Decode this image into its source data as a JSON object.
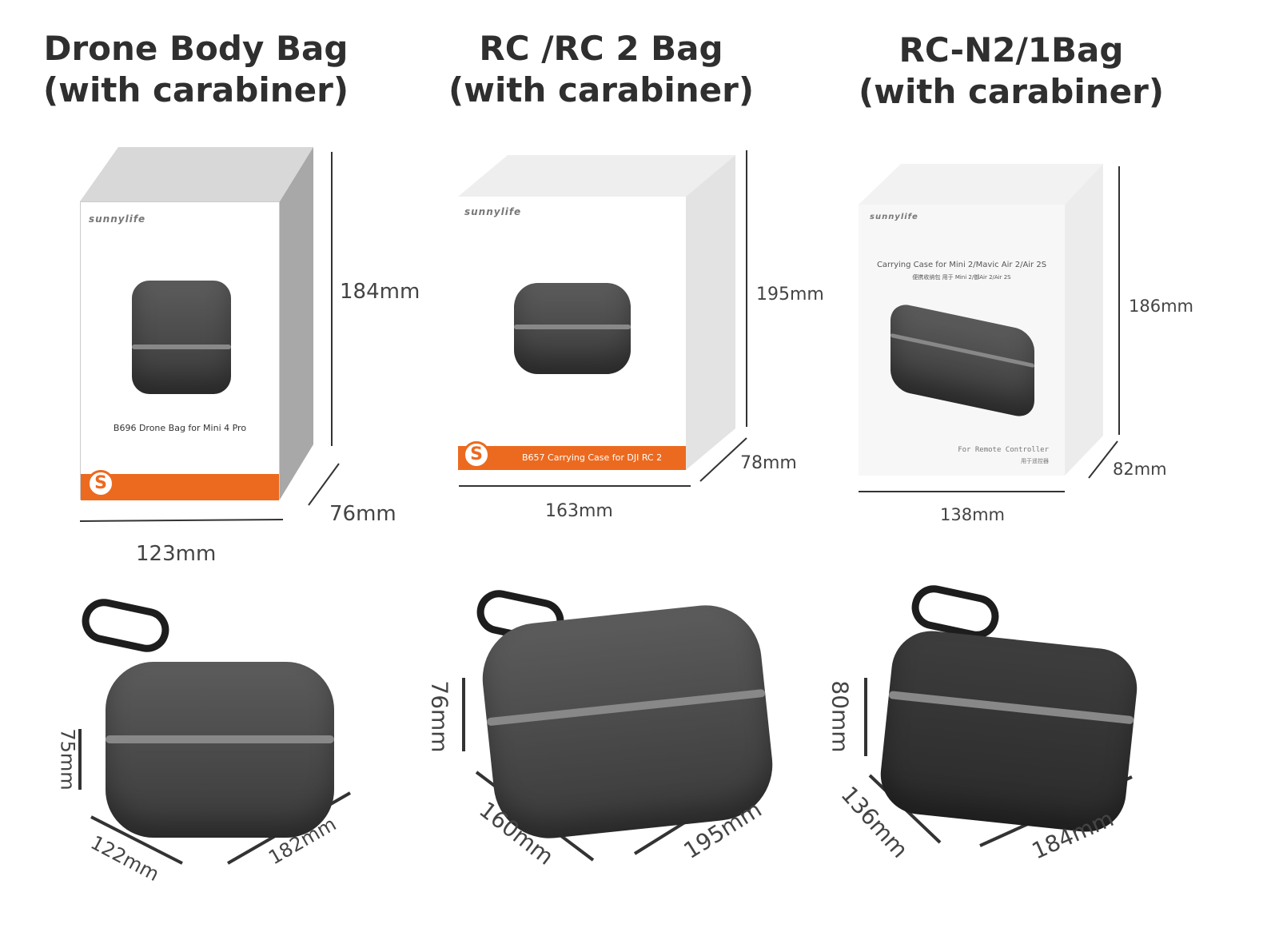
{
  "products": [
    {
      "title_line1": "Drone Body Bag",
      "title_line2": "(with carabiner)",
      "box_logo": "sunnylife",
      "box_label": "B696 Drone Bag for Mini 4 Pro",
      "box_height": "184mm",
      "box_depth": "76mm",
      "box_width": "123mm",
      "case_height": "75mm",
      "case_width": "122mm",
      "case_length": "182mm"
    },
    {
      "title_line1": "RC /RC 2 Bag",
      "title_line2": "(with carabiner)",
      "box_logo": "sunnylife",
      "box_label": "B657 Carrying Case for DJI RC 2",
      "box_height": "195mm",
      "box_depth": "78mm",
      "box_width": "163mm",
      "case_height": "76mm",
      "case_width": "160mm",
      "case_length": "195mm"
    },
    {
      "title_line1": "RC-N2/1Bag",
      "title_line2": "(with carabiner)",
      "box_logo": "sunnylife",
      "box_label": "Carrying Case for Mini 2/Mavic Air 2/Air 2S",
      "box_label_cn": "便携收纳包 用于 Mini 2/御Air 2/Air 2S",
      "box_footer": "For Remote Controller",
      "box_footer_cn": "用于遥控器",
      "box_height": "186mm",
      "box_depth": "82mm",
      "box_width": "138mm",
      "case_height": "80mm",
      "case_width": "136mm",
      "case_length": "184mm"
    }
  ],
  "colors": {
    "brand_orange": "#ec6a1f",
    "case_gray": "#4a4a4a"
  }
}
